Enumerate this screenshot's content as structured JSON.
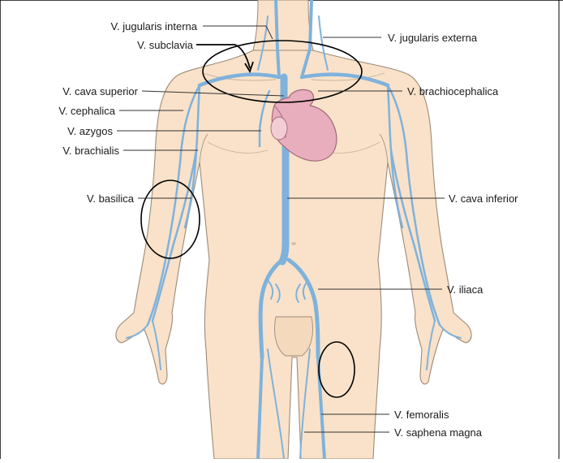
{
  "labels": {
    "jugularis_interna": "V. jugularis interna",
    "subclavia": "V. subclavia",
    "jugularis_externa": "V. jugularis externa",
    "cava_superior": "V. cava superior",
    "brachiocephalica": "V. brachiocephalica",
    "cephalica": "V. cephalica",
    "azygos": "V. azygos",
    "brachialis": "V. brachialis",
    "basilica": "V. basilica",
    "cava_inferior": "V. cava inferior",
    "iliaca": "V. iliaca",
    "femoralis": "V. femoralis",
    "saphena_magna": "V. saphena magna"
  },
  "colors": {
    "skin": "#f9e2c9",
    "skin_outline": "#9c8a78",
    "vein": "#7fb2dc",
    "heart": "#e8aebd",
    "heart_outline": "#a06a78",
    "leader_line": "#333333",
    "annotation": "#000000"
  }
}
